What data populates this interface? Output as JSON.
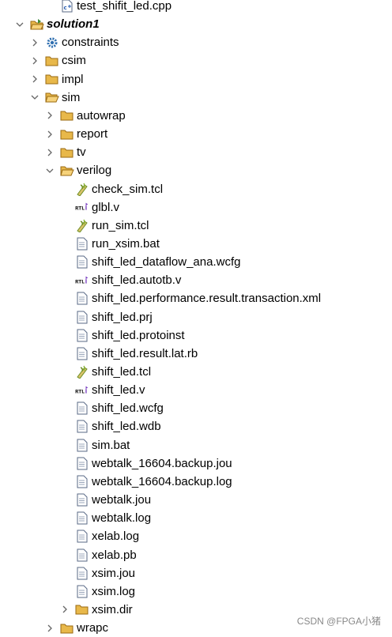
{
  "tree": {
    "rows": [
      {
        "label": "test_shifit_led.cpp",
        "icon": "cpp-file-icon",
        "depth": 2,
        "arrow": "none"
      },
      {
        "label": "solution1",
        "icon": "solution-folder-icon",
        "depth": 0,
        "arrow": "expanded",
        "bold": true
      },
      {
        "label": "constraints",
        "icon": "gear-icon",
        "depth": 1,
        "arrow": "collapsed"
      },
      {
        "label": "csim",
        "icon": "folder-icon",
        "depth": 1,
        "arrow": "collapsed"
      },
      {
        "label": "impl",
        "icon": "folder-icon",
        "depth": 1,
        "arrow": "collapsed"
      },
      {
        "label": "sim",
        "icon": "folder-open-icon",
        "depth": 1,
        "arrow": "expanded"
      },
      {
        "label": "autowrap",
        "icon": "folder-icon",
        "depth": 2,
        "arrow": "collapsed"
      },
      {
        "label": "report",
        "icon": "folder-icon",
        "depth": 2,
        "arrow": "collapsed"
      },
      {
        "label": "tv",
        "icon": "folder-icon",
        "depth": 2,
        "arrow": "collapsed"
      },
      {
        "label": "verilog",
        "icon": "folder-open-icon",
        "depth": 2,
        "arrow": "expanded"
      },
      {
        "label": "check_sim.tcl",
        "icon": "tcl-script-icon",
        "depth": 3,
        "arrow": "none"
      },
      {
        "label": "glbl.v",
        "icon": "rtl-file-icon",
        "depth": 3,
        "arrow": "none"
      },
      {
        "label": "run_sim.tcl",
        "icon": "tcl-script-icon",
        "depth": 3,
        "arrow": "none"
      },
      {
        "label": "run_xsim.bat",
        "icon": "text-file-icon",
        "depth": 3,
        "arrow": "none"
      },
      {
        "label": "shift_led_dataflow_ana.wcfg",
        "icon": "text-file-icon",
        "depth": 3,
        "arrow": "none"
      },
      {
        "label": "shift_led.autotb.v",
        "icon": "rtl-file-icon",
        "depth": 3,
        "arrow": "none"
      },
      {
        "label": "shift_led.performance.result.transaction.xml",
        "icon": "text-file-icon",
        "depth": 3,
        "arrow": "none"
      },
      {
        "label": "shift_led.prj",
        "icon": "text-file-icon",
        "depth": 3,
        "arrow": "none"
      },
      {
        "label": "shift_led.protoinst",
        "icon": "text-file-icon",
        "depth": 3,
        "arrow": "none"
      },
      {
        "label": "shift_led.result.lat.rb",
        "icon": "text-file-icon",
        "depth": 3,
        "arrow": "none"
      },
      {
        "label": "shift_led.tcl",
        "icon": "tcl-script-icon",
        "depth": 3,
        "arrow": "none"
      },
      {
        "label": "shift_led.v",
        "icon": "rtl-file-icon",
        "depth": 3,
        "arrow": "none"
      },
      {
        "label": "shift_led.wcfg",
        "icon": "text-file-icon",
        "depth": 3,
        "arrow": "none"
      },
      {
        "label": "shift_led.wdb",
        "icon": "text-file-icon",
        "depth": 3,
        "arrow": "none"
      },
      {
        "label": "sim.bat",
        "icon": "text-file-icon",
        "depth": 3,
        "arrow": "none"
      },
      {
        "label": "webtalk_16604.backup.jou",
        "icon": "text-file-icon",
        "depth": 3,
        "arrow": "none"
      },
      {
        "label": "webtalk_16604.backup.log",
        "icon": "text-file-icon",
        "depth": 3,
        "arrow": "none"
      },
      {
        "label": "webtalk.jou",
        "icon": "text-file-icon",
        "depth": 3,
        "arrow": "none"
      },
      {
        "label": "webtalk.log",
        "icon": "text-file-icon",
        "depth": 3,
        "arrow": "none"
      },
      {
        "label": "xelab.log",
        "icon": "text-file-icon",
        "depth": 3,
        "arrow": "none"
      },
      {
        "label": "xelab.pb",
        "icon": "text-file-icon",
        "depth": 3,
        "arrow": "none"
      },
      {
        "label": "xsim.jou",
        "icon": "text-file-icon",
        "depth": 3,
        "arrow": "none"
      },
      {
        "label": "xsim.log",
        "icon": "text-file-icon",
        "depth": 3,
        "arrow": "none"
      },
      {
        "label": "xsim.dir",
        "icon": "folder-icon",
        "depth": 3,
        "arrow": "collapsed"
      },
      {
        "label": "wrapc",
        "icon": "folder-icon",
        "depth": 2,
        "arrow": "collapsed"
      }
    ]
  },
  "watermark": "CSDN @FPGA小猪",
  "colors": {
    "folder": "#e8b84a",
    "folder_stroke": "#9a6a12",
    "gear": "#2f6fb0",
    "rtl_purple": "#7a3fc0",
    "tcl_green": "#6b8e23",
    "file_stroke": "#5a6a86"
  }
}
